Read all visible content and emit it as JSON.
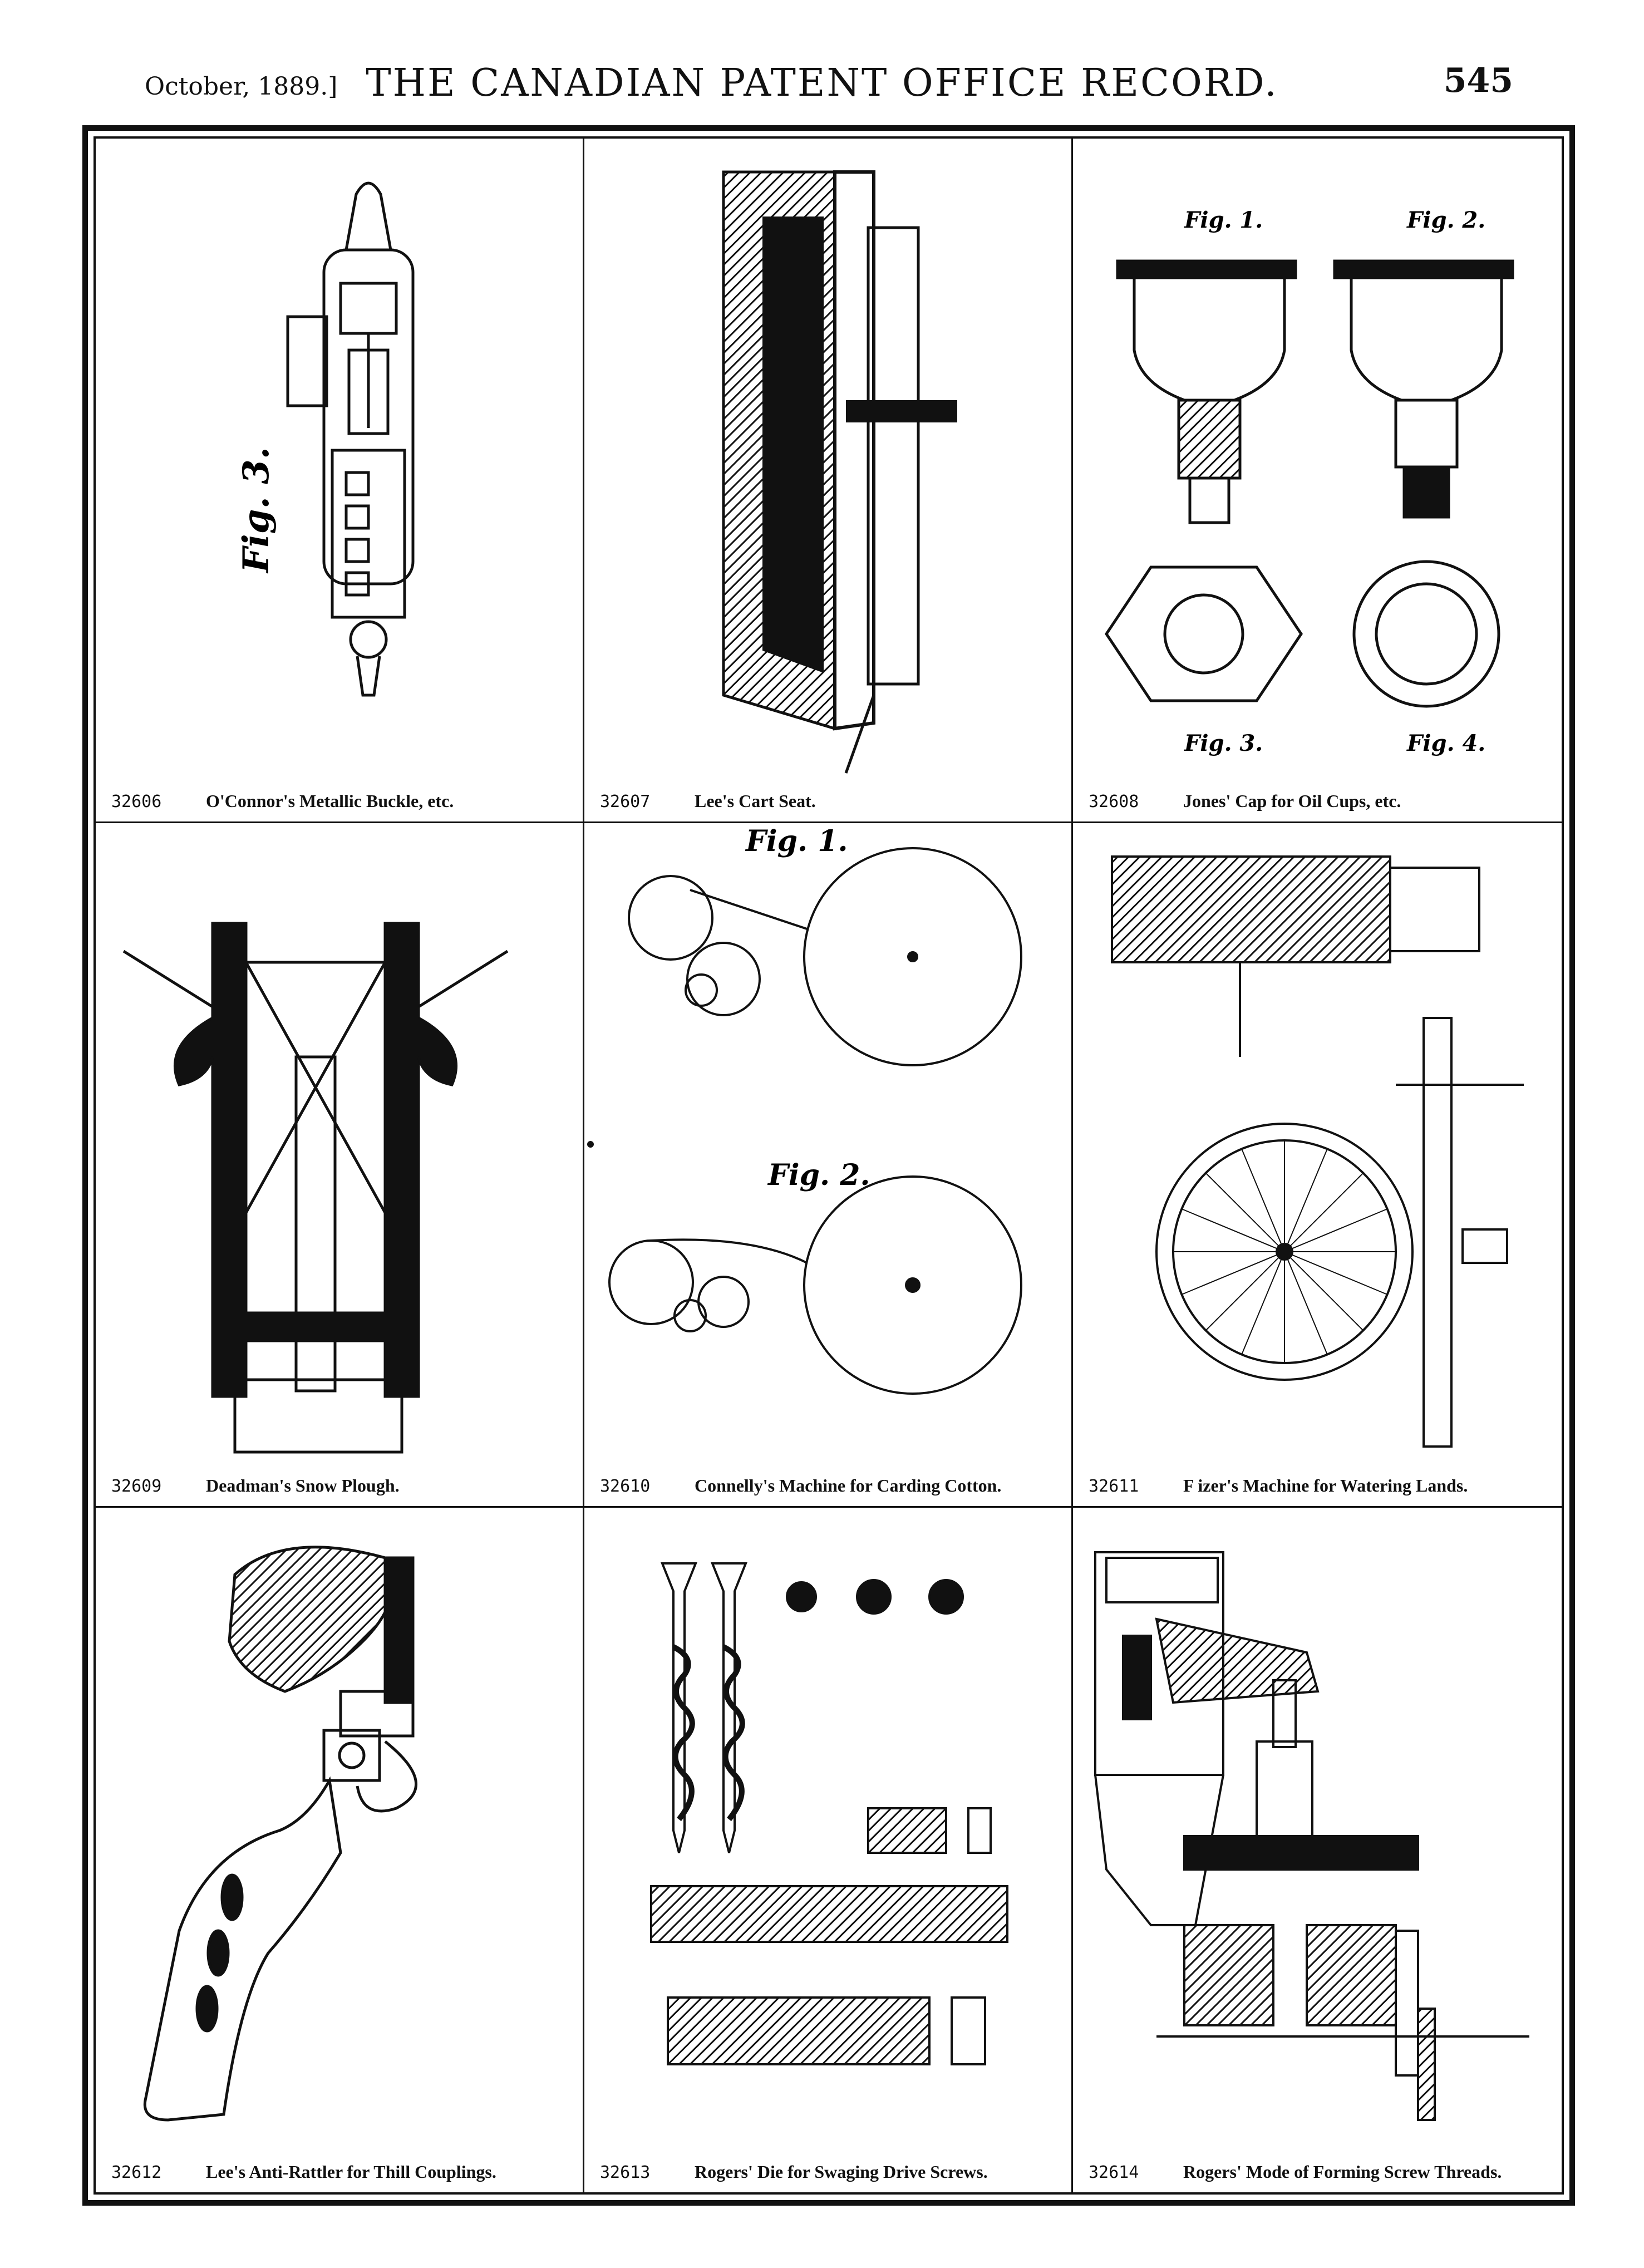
{
  "header": {
    "date": "October, 1889.]",
    "title": "THE CANADIAN PATENT OFFICE RECORD.",
    "page": "545"
  },
  "patents": [
    {
      "number": "32606",
      "title": "O'Connor's Metallic Buckle, etc.",
      "labels": {
        "fig": "Fig. 3."
      }
    },
    {
      "number": "32607",
      "title": "Lee's Cart Seat."
    },
    {
      "number": "32608",
      "title": "Jones' Cap for Oil Cups, etc.",
      "labels": {
        "fig1": "Fig. 1.",
        "fig2": "Fig. 2.",
        "fig3": "Fig. 3.",
        "fig4": "Fig. 4."
      }
    },
    {
      "number": "32609",
      "title": "Deadman's Snow Plough."
    },
    {
      "number": "32610",
      "title": "Connelly's Machine for Carding Cotton.",
      "labels": {
        "fig1": "Fig. 1.",
        "fig2": "Fig. 2."
      }
    },
    {
      "number": "32611",
      "title": "F  izer's Machine for Watering Lands."
    },
    {
      "number": "32612",
      "title": "Lee's Anti-Rattler for Thill Couplings."
    },
    {
      "number": "32613",
      "title": "Rogers' Die for Swaging Drive Screws."
    },
    {
      "number": "32614",
      "title": "Rogers' Mode of Forming Screw Threads."
    }
  ]
}
